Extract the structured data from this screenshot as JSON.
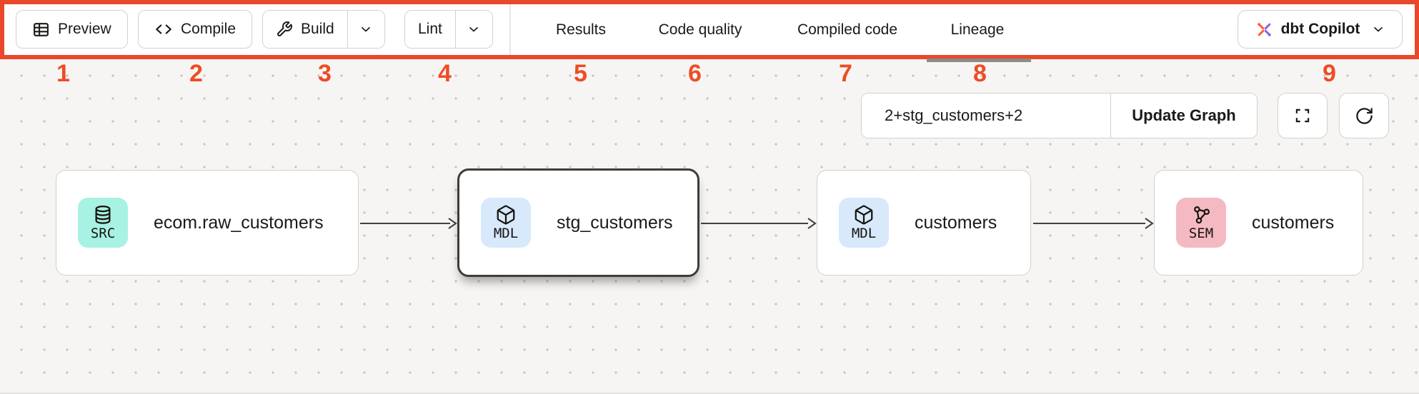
{
  "colors": {
    "accent_red": "#e8492a",
    "annotation_red": "#ee4c26",
    "src_badge": "#a7f2e3",
    "mdl_badge": "#d8e9fc",
    "sem_badge": "#f5b9c4",
    "edge": "#44403c"
  },
  "toolbar": {
    "preview_label": "Preview",
    "compile_label": "Compile",
    "build_label": "Build",
    "lint_label": "Lint",
    "tabs": [
      {
        "label": "Results",
        "active": false
      },
      {
        "label": "Code quality",
        "active": false
      },
      {
        "label": "Compiled code",
        "active": false
      },
      {
        "label": "Lineage",
        "active": true
      }
    ],
    "copilot_label": "dbt Copilot"
  },
  "annotations": [
    "1",
    "2",
    "3",
    "4",
    "5",
    "6",
    "7",
    "8",
    "9"
  ],
  "controls": {
    "selector_value": "2+stg_customers+2",
    "update_label": "Update Graph"
  },
  "graph": {
    "nodes": [
      {
        "badge": "SRC",
        "label": "ecom.raw_customers",
        "type": "source",
        "selected": false
      },
      {
        "badge": "MDL",
        "label": "stg_customers",
        "type": "model",
        "selected": true
      },
      {
        "badge": "MDL",
        "label": "customers",
        "type": "model",
        "selected": false
      },
      {
        "badge": "SEM",
        "label": "customers",
        "type": "semantic_model",
        "selected": false
      }
    ]
  }
}
